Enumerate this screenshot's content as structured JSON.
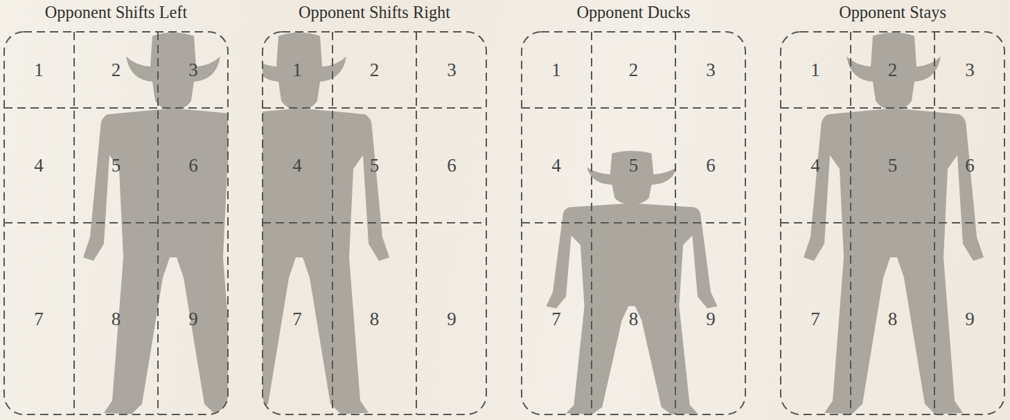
{
  "diagram": {
    "nodes": [
      {
        "text": [
          "Opponent Shifts Left"
        ]
      },
      {
        "text": [
          "1"
        ],
        "in": 0
      },
      {
        "text": [
          "2"
        ],
        "in": 0
      },
      {
        "text": [
          "3"
        ],
        "in": 0
      },
      {
        "text": [
          "4"
        ],
        "in": 0
      },
      {
        "text": [
          "5"
        ],
        "in": 0
      },
      {
        "text": [
          "6"
        ],
        "in": 0
      },
      {
        "text": [
          "7"
        ],
        "in": 0
      },
      {
        "text": [
          "8"
        ],
        "in": 0
      },
      {
        "text": [
          "9"
        ],
        "in": 0
      },
      {
        "text": [
          "Opponent Shifts Right"
        ]
      },
      {
        "text": [
          "1"
        ],
        "in": 10
      },
      {
        "text": [
          "2"
        ],
        "in": 10
      },
      {
        "text": [
          "3"
        ],
        "in": 10
      },
      {
        "text": [
          "4"
        ],
        "in": 10
      },
      {
        "text": [
          "5"
        ],
        "in": 10
      },
      {
        "text": [
          "6"
        ],
        "in": 10
      },
      {
        "text": [
          "7"
        ],
        "in": 10
      },
      {
        "text": [
          "8"
        ],
        "in": 10
      },
      {
        "text": [
          "9"
        ],
        "in": 10
      },
      {
        "text": [
          "Opponent Ducks"
        ]
      },
      {
        "text": [
          "1"
        ],
        "in": 20
      },
      {
        "text": [
          "2"
        ],
        "in": 20
      },
      {
        "text": [
          "3"
        ],
        "in": 20
      },
      {
        "text": [
          "4"
        ],
        "in": 20
      },
      {
        "text": [
          "5"
        ],
        "in": 20
      },
      {
        "text": [
          "6"
        ],
        "in": 20
      },
      {
        "text": [
          "7"
        ],
        "in": 20
      },
      {
        "text": [
          "8"
        ],
        "in": 20
      },
      {
        "text": [
          "9"
        ],
        "in": 20
      },
      {
        "text": [
          "Opponent Stays"
        ]
      },
      {
        "text": [
          "1"
        ],
        "in": 30
      },
      {
        "text": [
          "2"
        ],
        "in": 30
      },
      {
        "text": [
          "3"
        ],
        "in": 30
      },
      {
        "text": [
          "4"
        ],
        "in": 30
      },
      {
        "text": [
          "5"
        ],
        "in": 30
      },
      {
        "text": [
          "6"
        ],
        "in": 30
      },
      {
        "text": [
          "7"
        ],
        "in": 30
      },
      {
        "text": [
          "8"
        ],
        "in": 30
      },
      {
        "text": [
          "9"
        ],
        "in": 30
      }
    ]
  }
}
